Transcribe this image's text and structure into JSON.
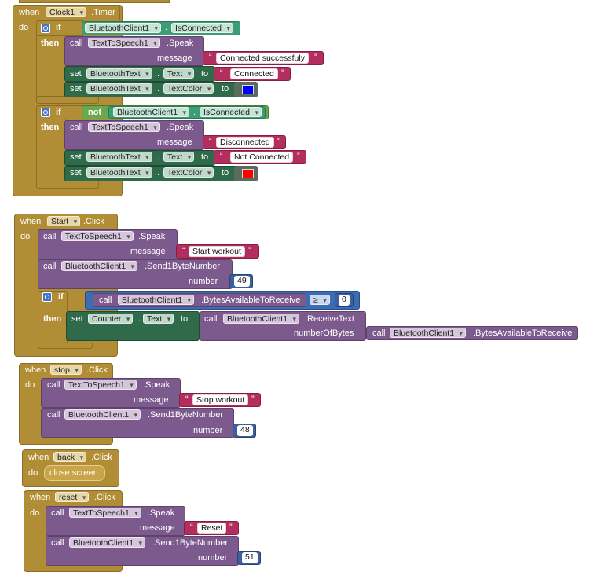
{
  "keywords": {
    "when": "when",
    "do": "do",
    "if": "if",
    "then": "then",
    "call": "call",
    "set": "set",
    "to": "to",
    "not": "not",
    "message": "message",
    "number": "number",
    "number_of_bytes": "numberOfBytes",
    "close_screen": "close screen",
    "dot": "."
  },
  "clock_timer": {
    "component": "Clock1",
    "event": ".Timer",
    "if1": {
      "bt_component": "BluetoothClient1",
      "bt_property": "IsConnected",
      "tts_component": "TextToSpeech1",
      "tts_method": ".Speak",
      "message": "Connected successfuly",
      "set_text_component": "BluetoothText",
      "set_text_property": "Text",
      "text_value": "Connected",
      "set_color_component": "BluetoothText",
      "set_color_property": "TextColor",
      "color": "#0000ff"
    },
    "if2": {
      "bt_component": "BluetoothClient1",
      "bt_property": "IsConnected",
      "tts_component": "TextToSpeech1",
      "tts_method": ".Speak",
      "message": "Disconnected",
      "set_text_component": "BluetoothText",
      "set_text_property": "Text",
      "text_value": "Not Connected",
      "set_color_component": "BluetoothText",
      "set_color_property": "TextColor",
      "color": "#ff0000"
    }
  },
  "start_click": {
    "component": "Start",
    "event": ".Click",
    "tts_component": "TextToSpeech1",
    "tts_method": ".Speak",
    "message": "Start workout",
    "bt_component": "BluetoothClient1",
    "bt_method": ".Send1ByteNumber",
    "number": "49",
    "if_bt_component": "BluetoothClient1",
    "if_bt_method": ".BytesAvailableToReceive",
    "compare_op": "≥",
    "compare_value": "0",
    "set_component": "Counter",
    "set_property": "Text",
    "recv_component": "BluetoothClient1",
    "recv_method": ".ReceiveText",
    "bytes_component": "BluetoothClient1",
    "bytes_method": ".BytesAvailableToReceive"
  },
  "stop_click": {
    "component": "stop",
    "event": ".Click",
    "tts_component": "TextToSpeech1",
    "tts_method": ".Speak",
    "message": "Stop workout",
    "bt_component": "BluetoothClient1",
    "bt_method": ".Send1ByteNumber",
    "number": "48"
  },
  "back_click": {
    "component": "back",
    "event": ".Click"
  },
  "reset_click": {
    "component": "reset",
    "event": ".Click",
    "tts_component": "TextToSpeech1",
    "tts_method": ".Speak",
    "message": "Reset",
    "bt_component": "BluetoothClient1",
    "bt_method": ".Send1ByteNumber",
    "number": "51"
  }
}
